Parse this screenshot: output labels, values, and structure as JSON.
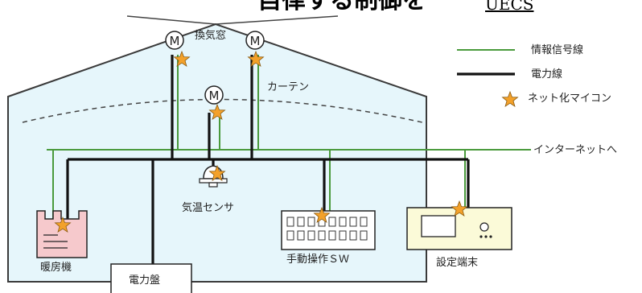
{
  "title": {
    "main": "自律する制御を",
    "brand": "UECS"
  },
  "legend": {
    "items": [
      {
        "key": "signal",
        "label": "情報信号線",
        "color": "#4a9a3c"
      },
      {
        "key": "power",
        "label": "電力線",
        "color": "#111111"
      },
      {
        "key": "node",
        "label": "ネット化マイコン",
        "color": "#f3a12a"
      }
    ]
  },
  "labels": {
    "vent": "換気窓",
    "curtain": "カーテン",
    "sensor": "気温センサ",
    "heater": "暖房機",
    "panel": "電力盤",
    "manual_sw": "手動操作ＳＷ",
    "terminal": "設定端末",
    "internet": "インターネットへ"
  },
  "motor_symbol": "M",
  "colors": {
    "greenhouse_fill": "#e6f6fb",
    "greenhouse_stroke": "#3a3a3a",
    "heater_fill": "#f6c9cc",
    "terminal_fill": "#fbfad8",
    "star": "#f3a12a"
  }
}
